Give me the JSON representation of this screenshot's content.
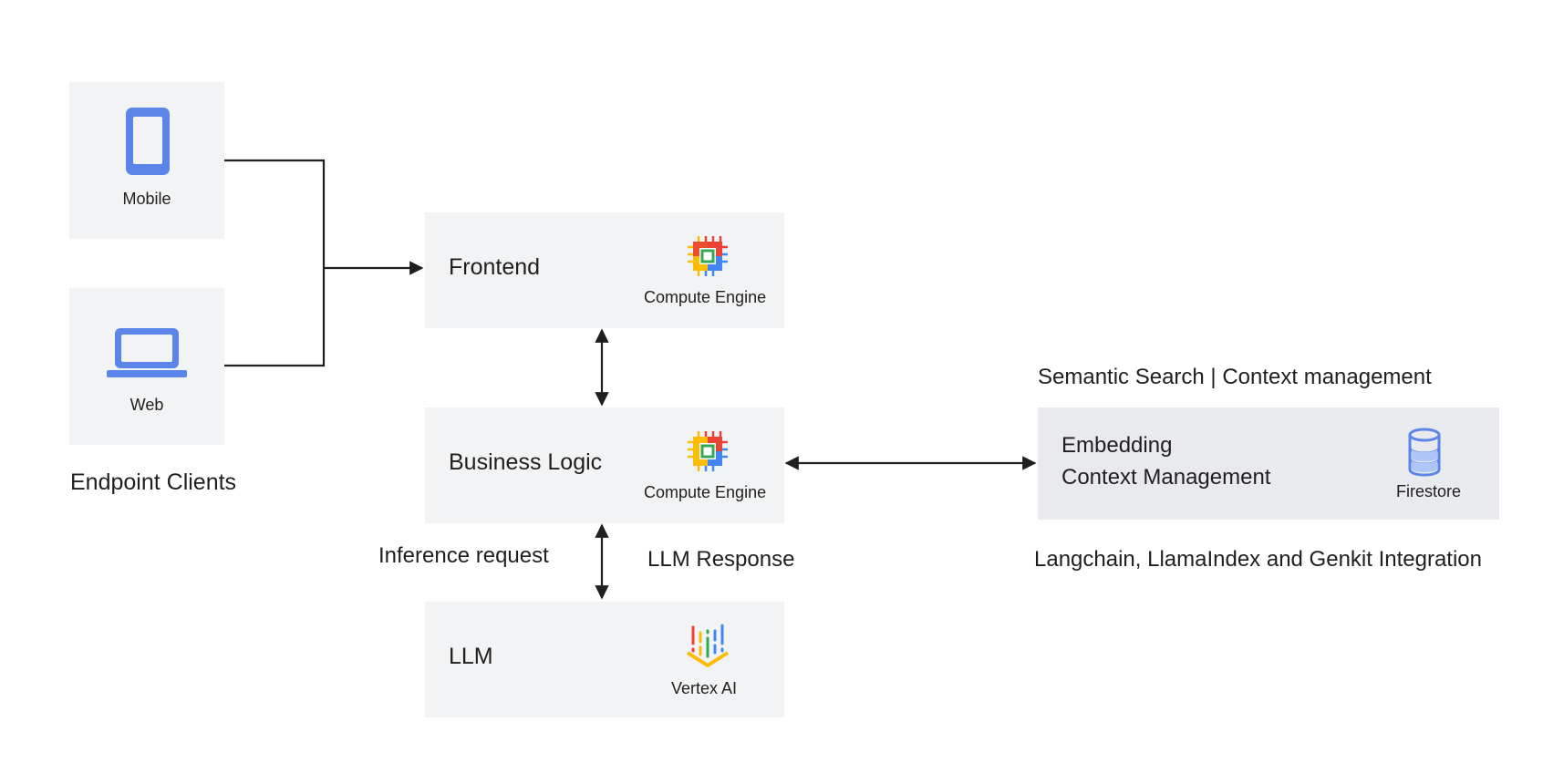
{
  "clients": {
    "mobile_label": "Mobile",
    "web_label": "Web",
    "group_label": "Endpoint Clients"
  },
  "frontend": {
    "title": "Frontend",
    "service": "Compute Engine"
  },
  "business_logic": {
    "title": "Business Logic",
    "service": "Compute Engine"
  },
  "llm": {
    "title": "LLM",
    "service": "Vertex AI"
  },
  "inference_request": "Inference request",
  "llm_response": "LLM Response",
  "embedding": {
    "top_caption": "Semantic Search | Context management",
    "title_line1": "Embedding",
    "title_line2": "Context Management",
    "service": "Firestore",
    "bottom_caption": "Langchain, LlamaIndex and Genkit Integration"
  },
  "colors": {
    "box_bg": "#f1f3f4",
    "client_icon": "#5b85e8",
    "connector": "#1f1f1f",
    "google_blue": "#4285f4",
    "google_red": "#ea4335",
    "google_yellow": "#fbbc04",
    "google_green": "#34a853"
  }
}
